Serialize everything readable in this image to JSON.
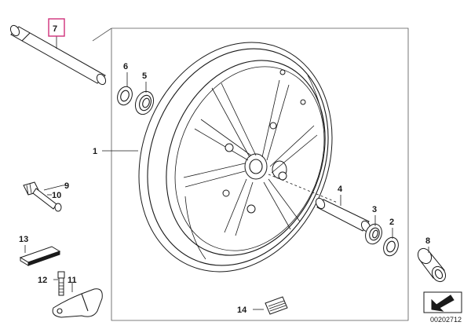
{
  "diagram": {
    "callouts": {
      "c1": "1",
      "c2": "2",
      "c3": "3",
      "c4": "4",
      "c5": "5",
      "c6": "6",
      "c7": "7",
      "c8": "8",
      "c9": "9",
      "c10": "10",
      "c11": "11",
      "c12": "12",
      "c13": "13",
      "c14": "14"
    },
    "selected_callout": "7",
    "highlight_color": "#d0307a",
    "drawing_number": "00202712",
    "icons": [
      "arrow-corner-icon"
    ]
  }
}
